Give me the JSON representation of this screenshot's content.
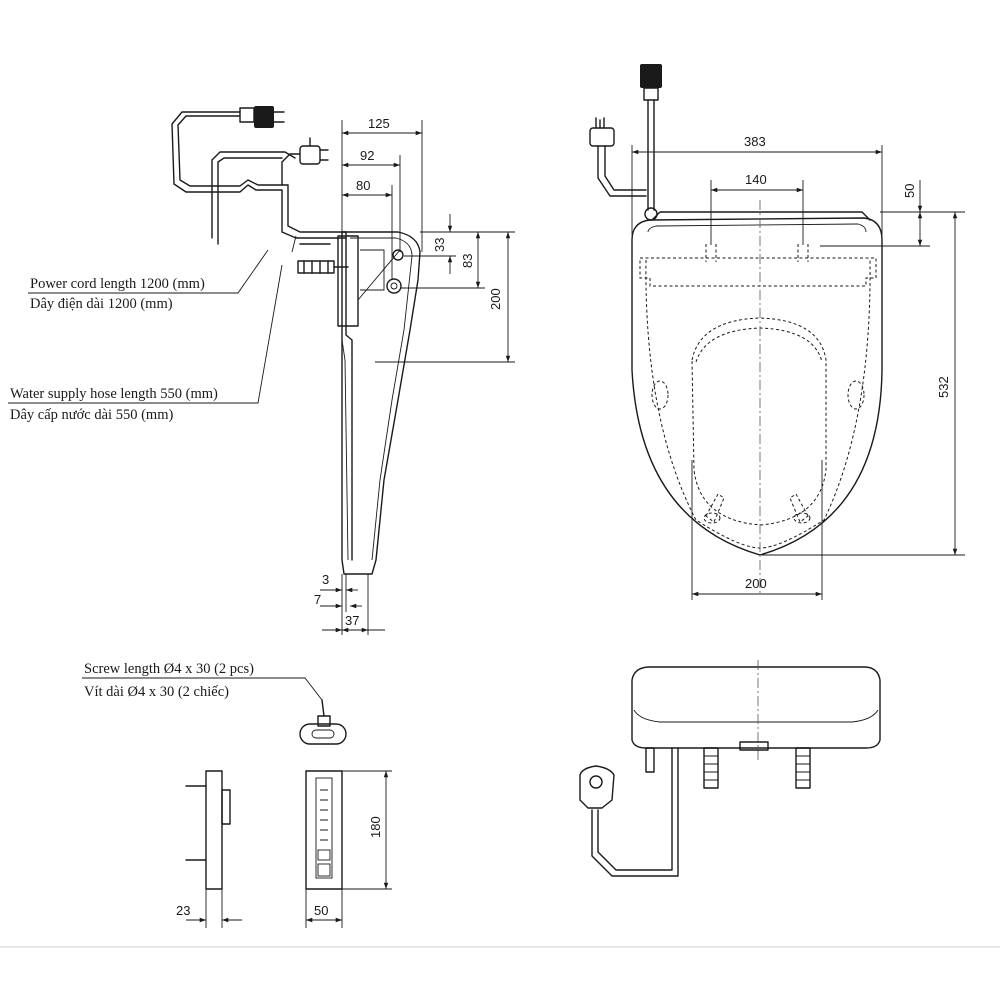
{
  "labels": {
    "power_cord_en": "Power cord length 1200 (mm)",
    "power_cord_vi": "Dây điện dài 1200 (mm)",
    "water_hose_en": "Water supply hose length 550 (mm)",
    "water_hose_vi": "Dây cấp nước dài 550 (mm)",
    "screw_en": "Screw length Ø4 x 30 (2 pcs)",
    "screw_vi": "Vít dài Ø4 x 30 (2 chiếc)"
  },
  "side_view_dims": {
    "d125": "125",
    "d92": "92",
    "d80": "80",
    "d33": "33",
    "d83": "83",
    "d200": "200",
    "d3": "3",
    "d7": "7",
    "d37": "37"
  },
  "top_view_dims": {
    "d383": "383",
    "d140": "140",
    "d50": "50",
    "d532": "532",
    "d200": "200"
  },
  "bracket_dims": {
    "d180": "180",
    "d23": "23",
    "d50": "50"
  }
}
